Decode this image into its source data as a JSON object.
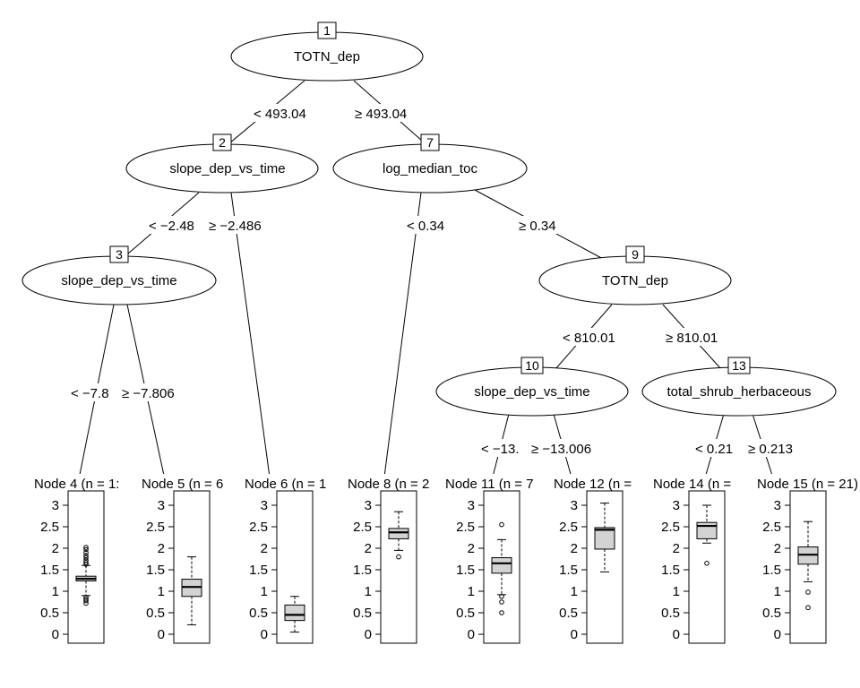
{
  "inner_nodes": [
    {
      "id": "1",
      "label": "TOTN_dep"
    },
    {
      "id": "2",
      "label": "slope_dep_vs_time"
    },
    {
      "id": "3",
      "label": "slope_dep_vs_time"
    },
    {
      "id": "7",
      "label": "log_median_toc"
    },
    {
      "id": "9",
      "label": "TOTN_dep"
    },
    {
      "id": "10",
      "label": "slope_dep_vs_time"
    },
    {
      "id": "13",
      "label": "total_shrub_herbaceous"
    }
  ],
  "edge_labels": [
    {
      "text": "< 493.04"
    },
    {
      "text": "≥ 493.04"
    },
    {
      "text": "< −2.48"
    },
    {
      "text": "≥ −2.486"
    },
    {
      "text": "< −7.8"
    },
    {
      "text": "≥ −7.806"
    },
    {
      "text": "< 0.34"
    },
    {
      "text": "≥ 0.34"
    },
    {
      "text": "< 810.01"
    },
    {
      "text": "≥ 810.01"
    },
    {
      "text": "< −13."
    },
    {
      "text": "≥ −13.006"
    },
    {
      "text": "< 0.21"
    },
    {
      "text": "≥ 0.213"
    }
  ],
  "chart_data": {
    "type": "boxplot",
    "ylim": [
      0,
      3.3
    ],
    "y_ticks": [
      "0",
      "0.5",
      "1",
      "1.5",
      "2",
      "2.5",
      "3"
    ],
    "tick_values": [
      0,
      0.5,
      1,
      1.5,
      2,
      2.5,
      3
    ],
    "terminal_nodes": [
      {
        "title": "Node 4 (n = 1:",
        "box": {
          "q1": 1.24,
          "median": 1.29,
          "q3": 1.35,
          "wlo": 0.9,
          "whi": 1.6
        },
        "outliers": [
          0.72,
          0.78,
          0.82,
          0.86,
          1.63,
          1.67,
          1.72,
          1.78,
          1.83,
          1.9,
          1.97,
          2.02
        ]
      },
      {
        "title": "Node 5 (n = 6",
        "box": {
          "q1": 0.88,
          "median": 1.1,
          "q3": 1.28,
          "wlo": 0.22,
          "whi": 1.8
        },
        "outliers": []
      },
      {
        "title": "Node 6 (n = 1",
        "box": {
          "q1": 0.32,
          "median": 0.45,
          "q3": 0.68,
          "wlo": 0.05,
          "whi": 0.88
        },
        "outliers": []
      },
      {
        "title": "Node 8 (n = 2",
        "box": {
          "q1": 2.22,
          "median": 2.37,
          "q3": 2.46,
          "wlo": 1.95,
          "whi": 2.85
        },
        "outliers": [
          1.8
        ]
      },
      {
        "title": "Node 11 (n = 7",
        "box": {
          "q1": 1.42,
          "median": 1.65,
          "q3": 1.78,
          "wlo": 0.92,
          "whi": 2.2
        },
        "outliers": [
          0.5,
          0.75,
          0.88,
          2.55
        ]
      },
      {
        "title": "Node 12 (n =",
        "box": {
          "q1": 1.98,
          "median": 2.43,
          "q3": 2.48,
          "wlo": 1.45,
          "whi": 3.05
        },
        "outliers": []
      },
      {
        "title": "Node 14 (n = ",
        "box": {
          "q1": 2.22,
          "median": 2.52,
          "q3": 2.6,
          "wlo": 2.12,
          "whi": 3.0
        },
        "outliers": [
          1.65
        ]
      },
      {
        "title": "Node 15 (n = 21)",
        "box": {
          "q1": 1.63,
          "median": 1.85,
          "q3": 2.03,
          "wlo": 1.22,
          "whi": 2.62
        },
        "outliers": [
          0.98,
          0.62
        ]
      }
    ]
  }
}
